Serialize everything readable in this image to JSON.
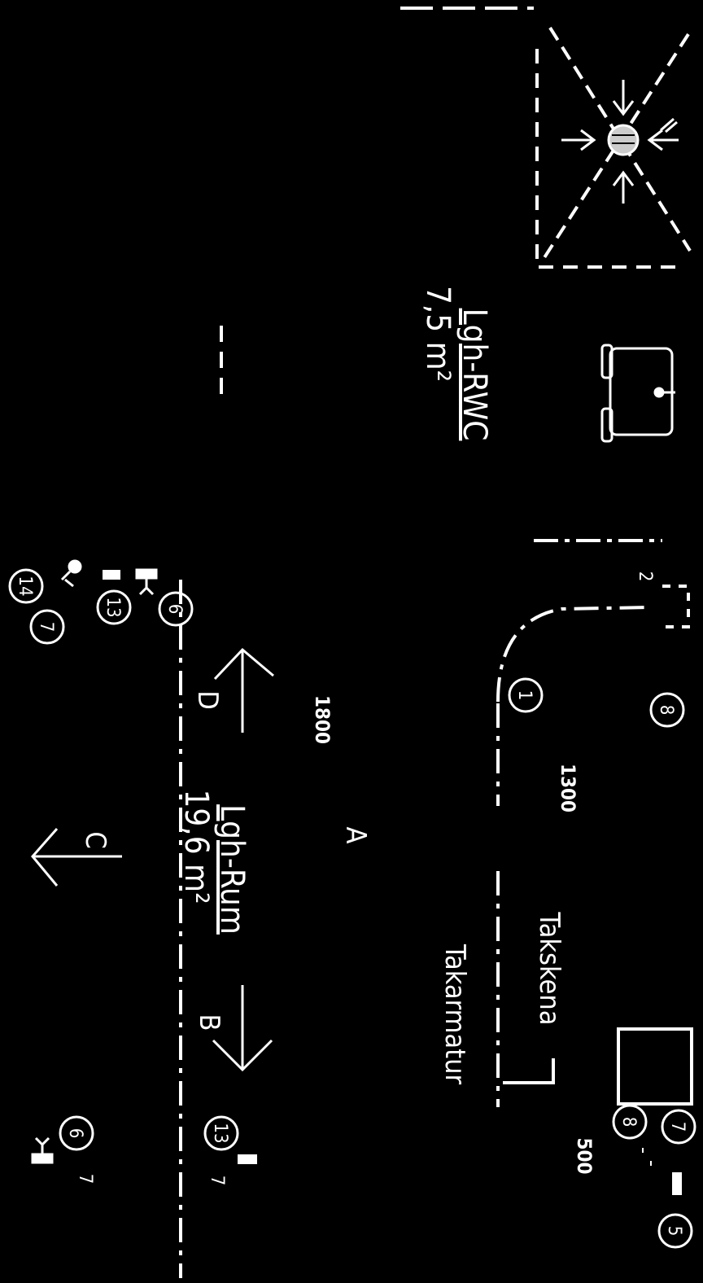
{
  "rooms": [
    {
      "name": "Lgh-RWC",
      "area": "7,5 m²"
    },
    {
      "name": "Lgh-Rum",
      "area": "19,6 m²"
    }
  ],
  "walls": {
    "a": "A",
    "b": "B",
    "c": "C",
    "d": "D"
  },
  "dimensions": {
    "d1800": "1800",
    "d1300": "1300",
    "d500": "500"
  },
  "fixtures": {
    "takskena": "Takskena",
    "takarmatur": "Takarmatur"
  },
  "markers": {
    "m1": "1",
    "m2": "2",
    "m5": "5",
    "m6": "6",
    "m7": "7",
    "m8": "8",
    "m13": "13",
    "m14": "14"
  },
  "colors": {
    "background": "#000000",
    "lines": "#ffffff"
  }
}
